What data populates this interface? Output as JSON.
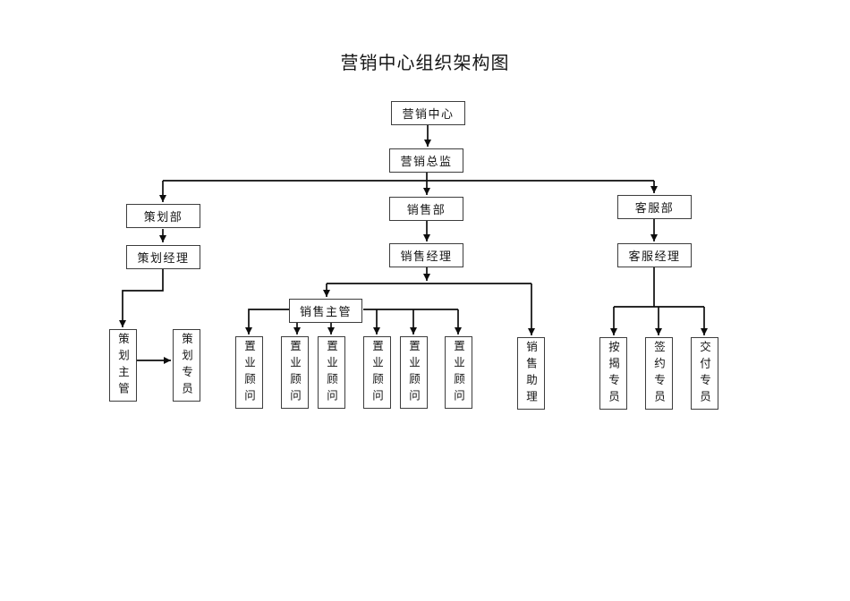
{
  "title": "营销中心组织架构图",
  "org": {
    "center": "营销中心",
    "director": "营销总监",
    "planning": {
      "dept": "策划部",
      "manager": "策划经理",
      "supervisor": "策划主管",
      "specialist": "策划专员"
    },
    "sales": {
      "dept": "销售部",
      "manager": "销售经理",
      "supervisor": "销售主管",
      "consultants": [
        "置业顾问",
        "置业顾问",
        "置业顾问",
        "置业顾问",
        "置业顾问",
        "置业顾问"
      ],
      "assistant": "销售助理"
    },
    "service": {
      "dept": "客服部",
      "manager": "客服经理",
      "specialists": [
        "按揭专员",
        "签约专员",
        "交付专员"
      ]
    }
  }
}
